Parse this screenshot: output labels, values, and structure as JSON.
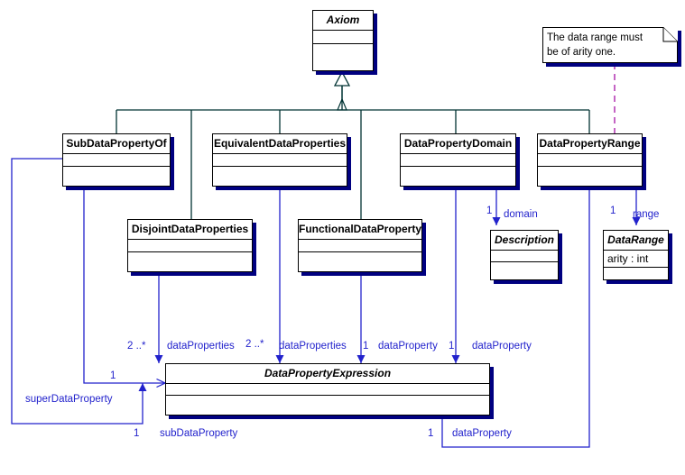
{
  "diagram": {
    "title": "OWL 2 Data Property Axioms UML",
    "colors": {
      "generalization": "#003333",
      "association": "#2222cc",
      "note_link": "#aa22aa",
      "box_shadow": "#000080",
      "box_border": "#000000",
      "background": "#ffffff"
    },
    "note": {
      "name": "note-data-range-arity",
      "line1": "The data range must",
      "line2": "be of arity one."
    },
    "classes": [
      {
        "id": "axiom",
        "name": "Axiom",
        "abstract": true,
        "attrs": []
      },
      {
        "id": "subdatapropertyof",
        "name": "SubDataPropertyOf",
        "abstract": false,
        "attrs": []
      },
      {
        "id": "equivalentdataproperties",
        "name": "EquivalentDataProperties",
        "abstract": false,
        "attrs": []
      },
      {
        "id": "datapropertydomain",
        "name": "DataPropertyDomain",
        "abstract": false,
        "attrs": []
      },
      {
        "id": "datapropertyrange",
        "name": "DataPropertyRange",
        "abstract": false,
        "attrs": []
      },
      {
        "id": "disjointdataproperties",
        "name": "DisjointDataProperties",
        "abstract": false,
        "attrs": []
      },
      {
        "id": "functionaldataproperty",
        "name": "FunctionalDataProperty",
        "abstract": false,
        "attrs": []
      },
      {
        "id": "description",
        "name": "Description",
        "abstract": true,
        "attrs": []
      },
      {
        "id": "datarange",
        "name": "DataRange",
        "abstract": true,
        "attrs": [
          "arity : int"
        ]
      },
      {
        "id": "datapropertyexpression",
        "name": "DataPropertyExpression",
        "abstract": true,
        "attrs": []
      }
    ],
    "labels": [
      {
        "id": "l-domain-mult",
        "text": "1",
        "kind": "multiplicity"
      },
      {
        "id": "l-domain-role",
        "text": "domain",
        "kind": "role"
      },
      {
        "id": "l-range-mult",
        "text": "1",
        "kind": "multiplicity"
      },
      {
        "id": "l-range-role",
        "text": "range",
        "kind": "role"
      },
      {
        "id": "l-dp1-mult",
        "text": "2 ..*",
        "kind": "multiplicity"
      },
      {
        "id": "l-dp1-role",
        "text": "dataProperties",
        "kind": "role"
      },
      {
        "id": "l-dp2-mult",
        "text": "2 ..*",
        "kind": "multiplicity"
      },
      {
        "id": "l-dp2-role",
        "text": "dataProperties",
        "kind": "role"
      },
      {
        "id": "l-dp3-mult",
        "text": "1",
        "kind": "multiplicity"
      },
      {
        "id": "l-dp3-role",
        "text": "dataProperty",
        "kind": "role"
      },
      {
        "id": "l-dp4-mult",
        "text": "1",
        "kind": "multiplicity"
      },
      {
        "id": "l-dp4-role",
        "text": "dataProperty",
        "kind": "role"
      },
      {
        "id": "l-super-mult",
        "text": "1",
        "kind": "multiplicity"
      },
      {
        "id": "l-super-role",
        "text": "superDataProperty",
        "kind": "role"
      },
      {
        "id": "l-sub-mult",
        "text": "1",
        "kind": "multiplicity"
      },
      {
        "id": "l-sub-role",
        "text": "subDataProperty",
        "kind": "role"
      },
      {
        "id": "l-dp5-mult",
        "text": "1",
        "kind": "multiplicity"
      },
      {
        "id": "l-dp5-role",
        "text": "dataProperty",
        "kind": "role"
      }
    ]
  }
}
